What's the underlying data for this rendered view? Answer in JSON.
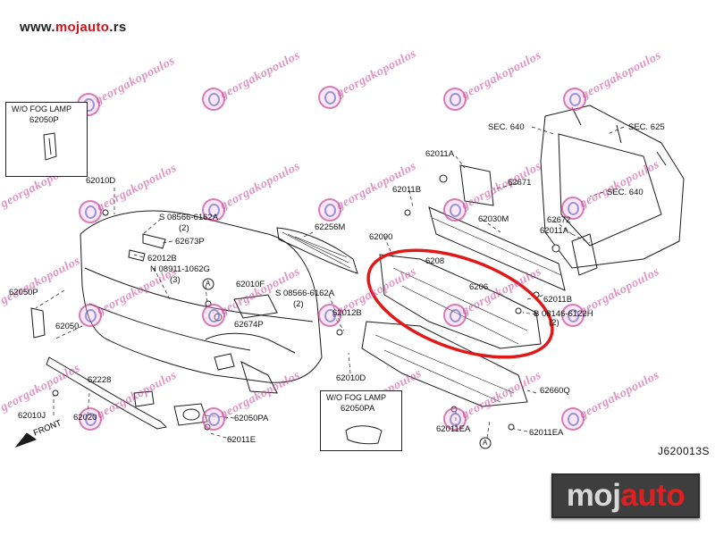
{
  "header": {
    "url_prefix": "www.",
    "url_brand": "mojauto",
    "url_suffix": ".rs"
  },
  "diagram_code": "J620013S",
  "front_label": "FRONT",
  "logo": {
    "part1": "moj",
    "part2": "auto"
  },
  "watermark_text": "georgakopoulos",
  "boxes": [
    {
      "title": "W/O FOG LAMP",
      "code": "62050P"
    },
    {
      "title": "W/O FOG LAMP",
      "code": "62050PA"
    }
  ],
  "labels": {
    "l_62010D_top": "62010D",
    "l_08566_6162A_a": "S 08566-6162A",
    "l_2a": "(2)",
    "l_62673P": "62673P",
    "l_62012B_a": "62012B",
    "l_08911": "N 08911-1062G",
    "l_3": "(3)",
    "l_62010F": "62010F",
    "l_62050P": "62050P",
    "l_62050": "62050",
    "l_62256M": "62256M",
    "l_08566_6162A_b": "S 08566-6162A",
    "l_2b": "(2)",
    "l_62012B_b": "62012B",
    "l_62674P": "62674P",
    "l_62228": "62228",
    "l_62010D_bot": "62010D",
    "l_62010J": "62010J",
    "l_62020": "62020",
    "l_62050PA": "62050PA",
    "l_62011E": "62011E",
    "l_SEC640_a": "SEC. 640",
    "l_SEC625": "SEC. 625",
    "l_62011A_a": "62011A",
    "l_62671": "62671",
    "l_62011B_a": "62011B",
    "l_SEC640_b": "SEC. 640",
    "l_62030M": "62030M",
    "l_62672": "62672",
    "l_62011A_b": "62011A",
    "l_62090": "62090",
    "l_6208x": "6208",
    "l_62063": "6206",
    "l_62011B_b": "62011B",
    "l_08146": "B 08146-6122H",
    "l_2c": "(2)",
    "l_62660Q": "62660Q",
    "l_62011EA_a": "62011EA",
    "l_62011EA_b": "62011EA",
    "l_A1": "A",
    "l_A2": "A"
  }
}
